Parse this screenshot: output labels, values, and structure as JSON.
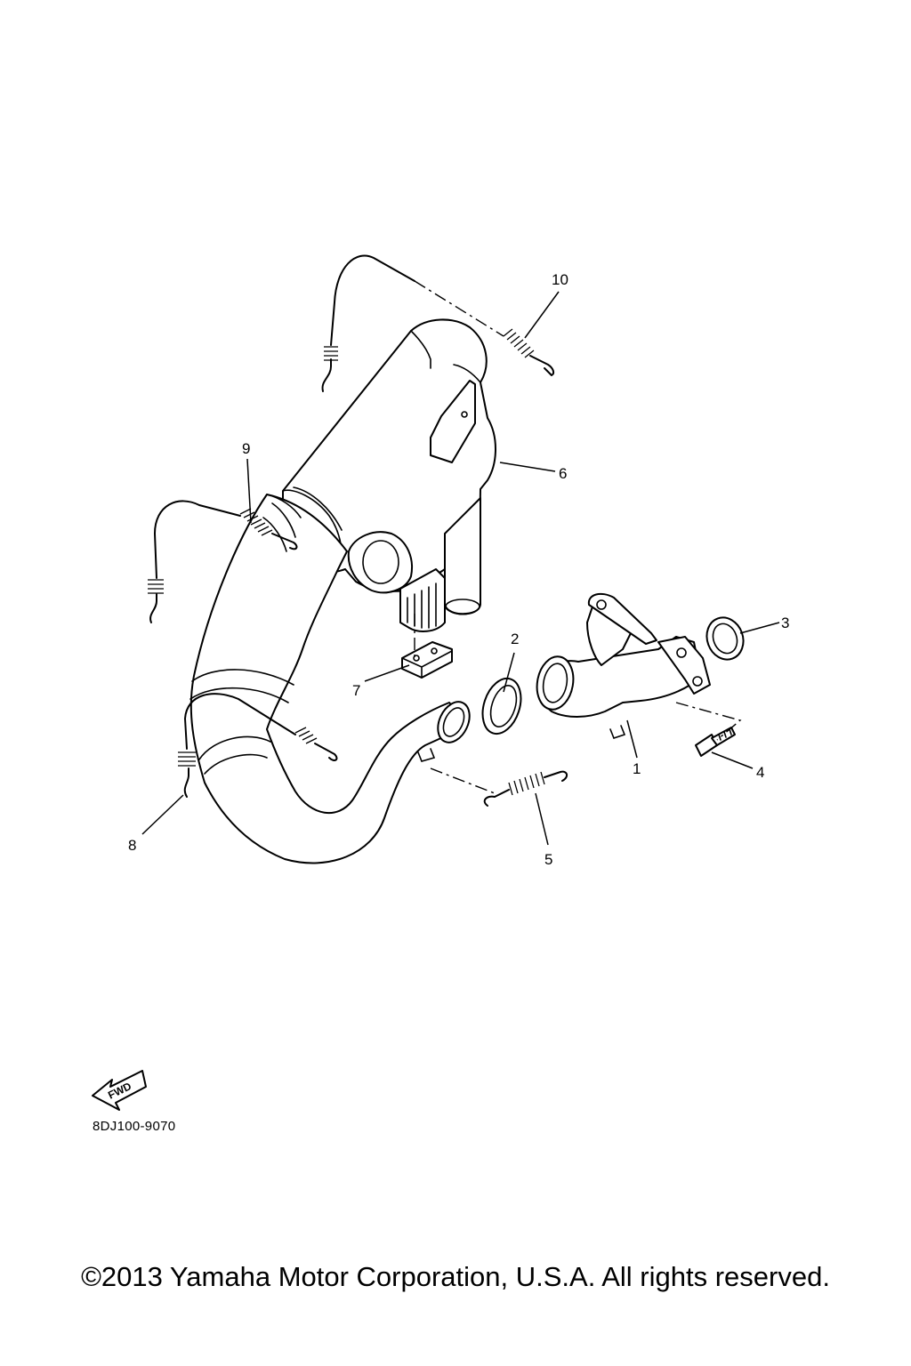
{
  "callouts": [
    "1",
    "2",
    "3",
    "4",
    "5",
    "6",
    "7",
    "8",
    "9",
    "10"
  ],
  "fwd_label": "FWD",
  "figure_code": "8DJ100-9070",
  "copyright": "©2013 Yamaha Motor Corporation, U.S.A. All rights reserved."
}
